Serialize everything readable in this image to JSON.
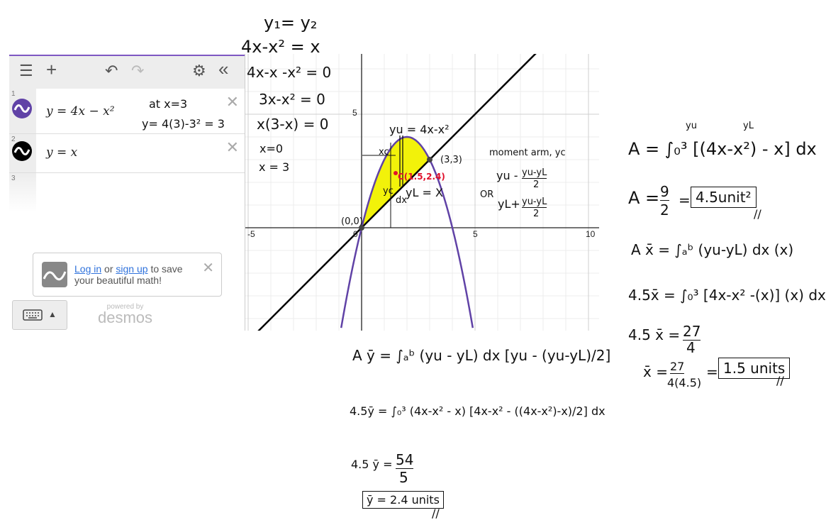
{
  "desmos": {
    "expressions": [
      {
        "index": "1",
        "latex_display": "y = 4x − x²",
        "color": "#6042a6"
      },
      {
        "index": "2",
        "latex_display": "y = x",
        "color": "#000000"
      },
      {
        "index": "3",
        "latex_display": ""
      }
    ],
    "login": {
      "login_link": "Log in",
      "or": "or",
      "signup_link": "sign up",
      "rest1": "to save",
      "rest2": "your beautiful math!"
    },
    "powered": {
      "line1": "powered by",
      "line2": "desmos"
    },
    "axis_labels": {
      "x_neg5": "-5",
      "x0": "0",
      "x5": "5",
      "x10": "10",
      "y5": "5"
    },
    "point_labels": {
      "origin": "(0,0)",
      "intersect": "(3,3)",
      "centroid": "C(1.5,2.4)"
    },
    "colors": {
      "accent": "#7e57c2",
      "parabola": "#6042a6",
      "line": "#000000",
      "fill": "#f2f20a"
    }
  },
  "notes": {
    "top1": "y₁= y₂",
    "top2": "4x-x² = x",
    "eq1": "4x-x -x² = 0",
    "eq2": "3x-x² = 0",
    "eq3": "x(3-x) = 0",
    "eq4": "x=0",
    "eq5": "x = 3",
    "at_x": "at x=3",
    "at_y": "y= 4(3)-3² = 3",
    "yu_label": "yu = 4x-x²",
    "yl_label": "yL = X",
    "xc": "xc",
    "yc": "yc",
    "dx": "dx",
    "moment": "moment arm, yc",
    "m1_a": "yu -",
    "m1_num": "yu-yL",
    "m1_den": "2",
    "or": "OR",
    "m2_a": "yL+",
    "m2_num": "yu-yL",
    "m2_den": "2",
    "area_def": "A = ∫₀³ [(4x-x²) - x] dx",
    "area_yu": "yu",
    "area_yl": "yL",
    "area_res_a": "A =",
    "area_res_frac_num": "9",
    "area_res_frac_den": "2",
    "area_res_eq": "=",
    "area_boxed": "4.5unit²",
    "ax_def": "A x̄ = ∫ₐᵇ (yu-yL) dx (x)",
    "ax_sub": "4.5x̄ = ∫₀³ [4x-x² -(x)] (x) dx",
    "ax_res_a": "4.5 x̄ =",
    "ax_num": "27",
    "ax_den": "4",
    "xbar_a": "x̄ =",
    "xbar_num": "27",
    "xbar_den": "4(4.5)",
    "xbar_eq": "=",
    "xbar_boxed": "1.5 units",
    "ay_def": "A ȳ = ∫ₐᵇ (yu - yL) dx [yu - (yu-yL)/2]",
    "ay_sub": "4.5ȳ = ∫₀³ (4x-x² - x) [4x-x² - ((4x-x²)-x)/2] dx",
    "ay_res_a": "4.5 ȳ =",
    "ay_num": "54",
    "ay_den": "5",
    "ybar_boxed": "ȳ = 2.4 units",
    "tick": "//"
  }
}
